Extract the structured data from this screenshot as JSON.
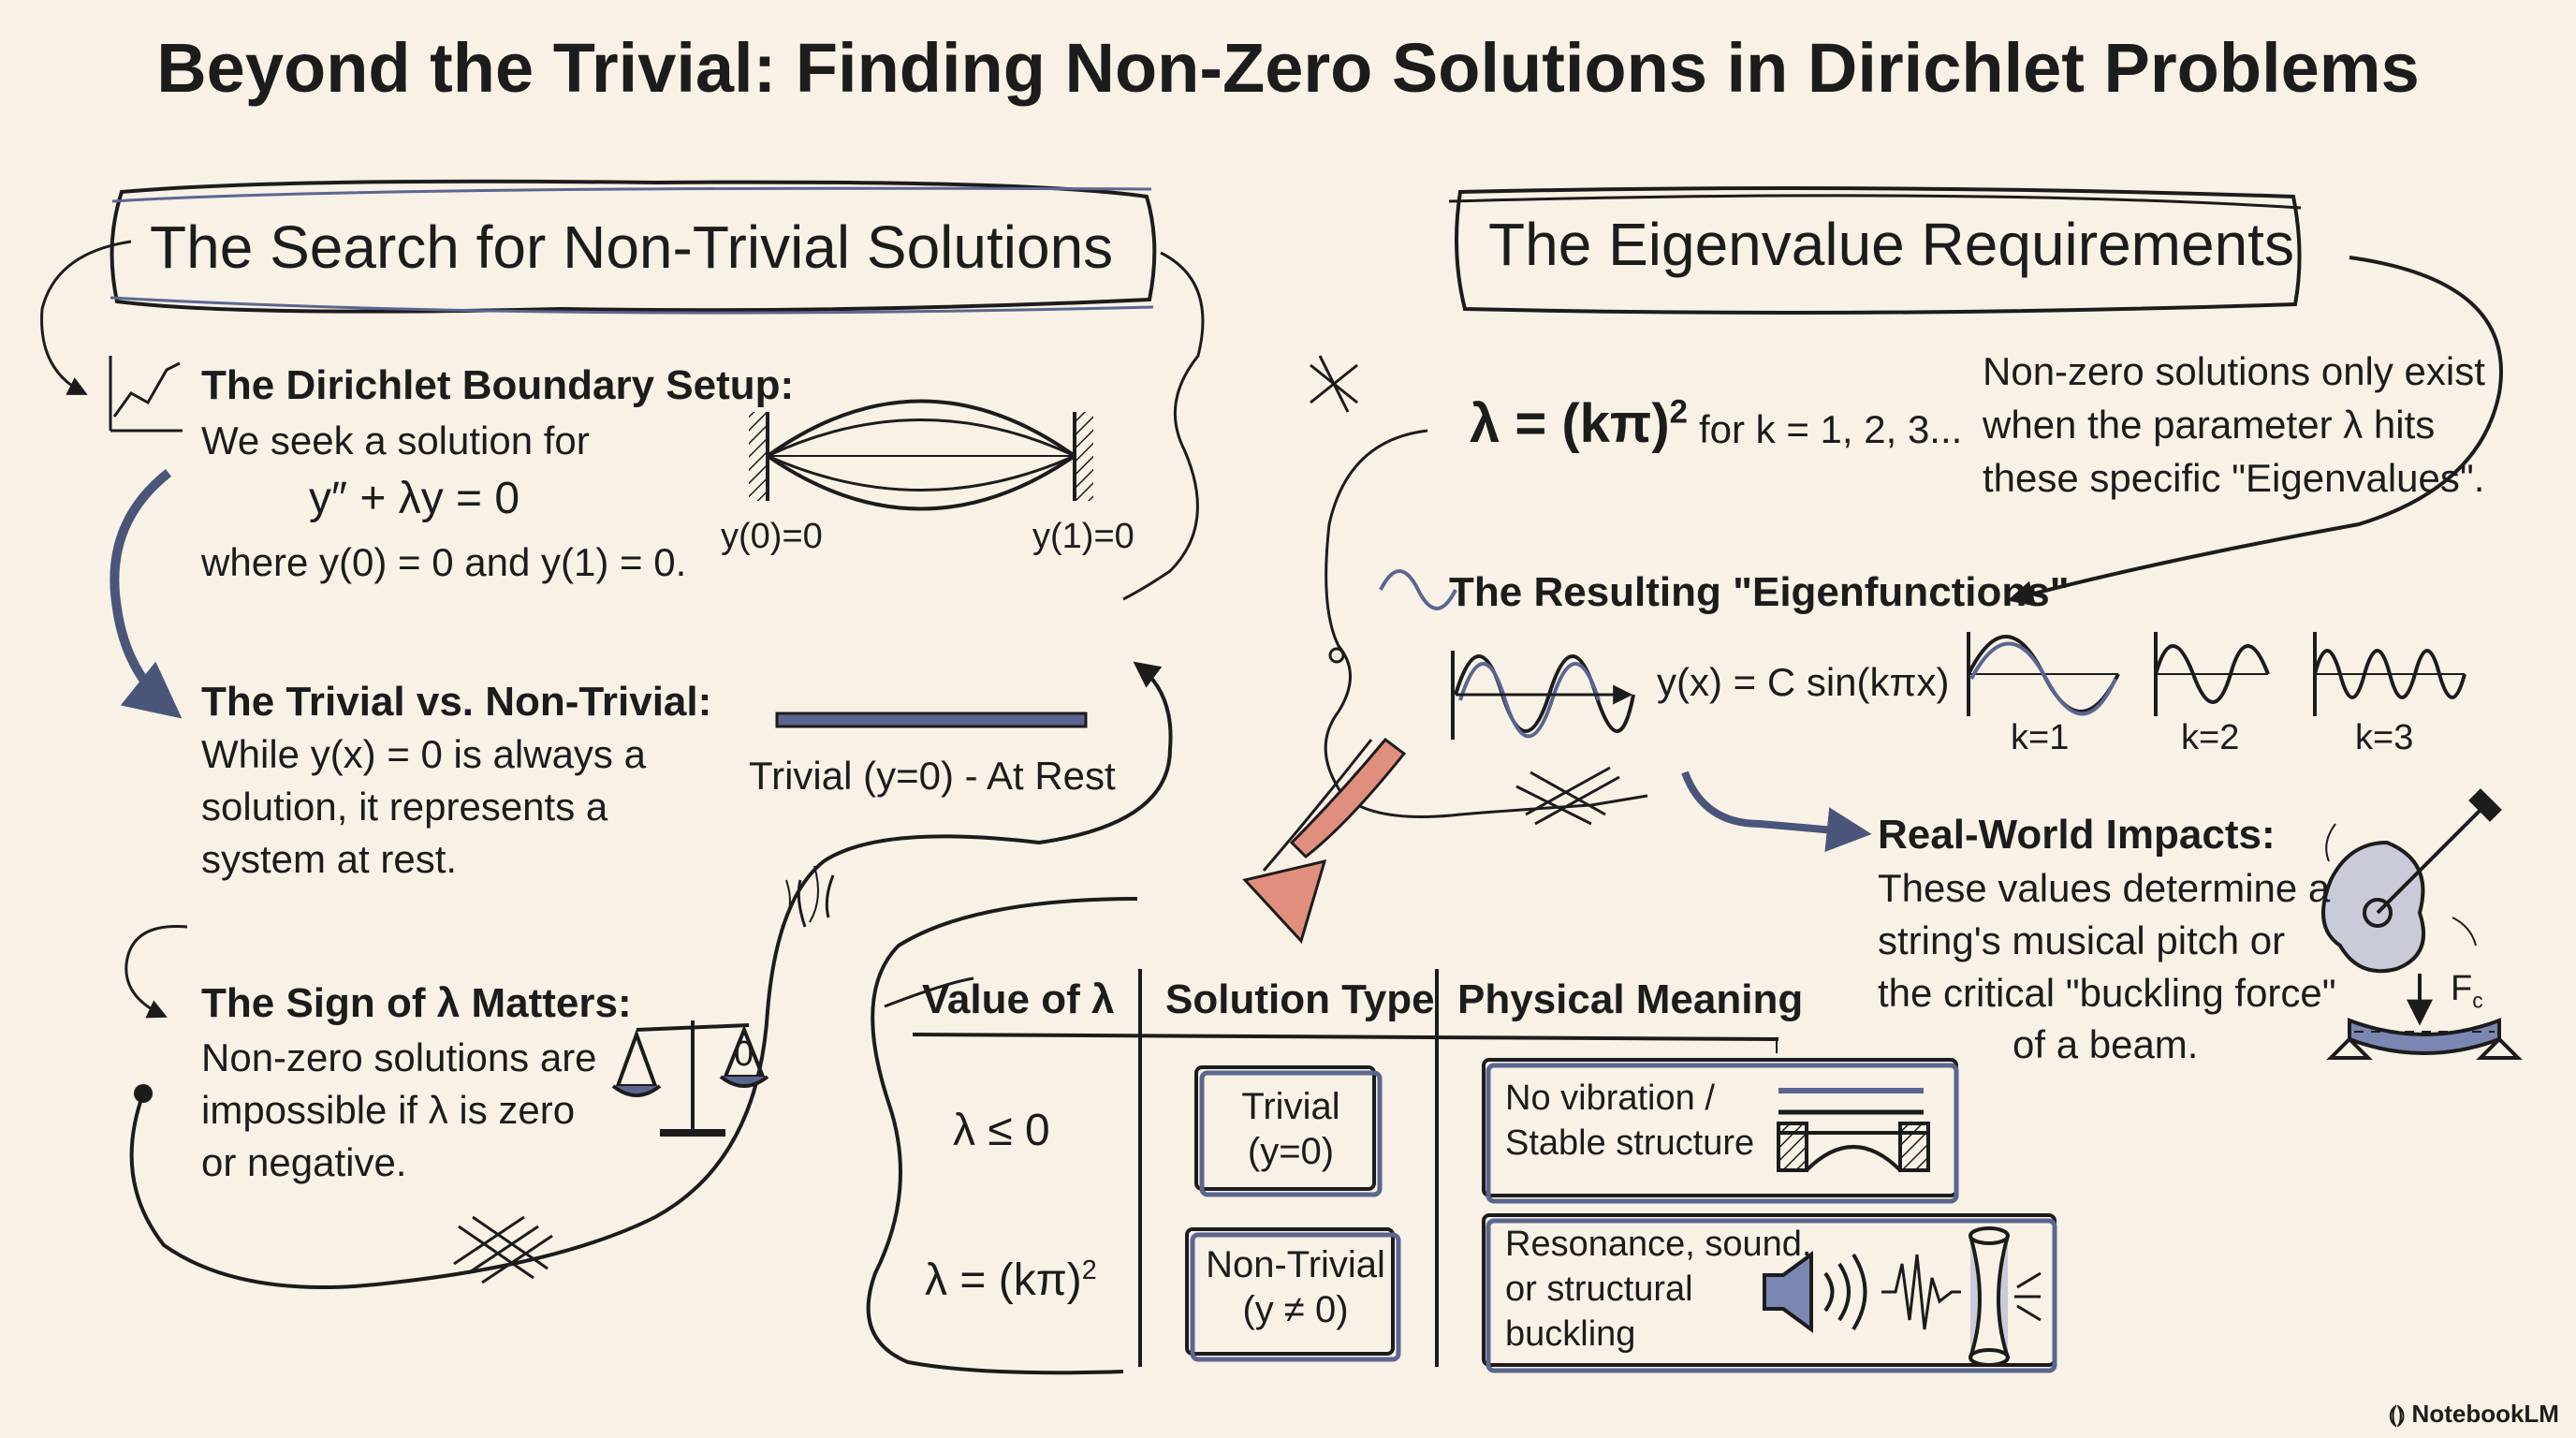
{
  "title": "Beyond the Trivial: Finding Non-Zero Solutions in Dirichlet Problems",
  "left_section": {
    "title": "The Search for Non-Trivial Solutions",
    "setup": {
      "heading": "The Dirichlet Boundary Setup:",
      "line1": "We seek a solution for",
      "equation": "y″ + λy = 0",
      "line2": "where y(0) = 0 and y(1) = 0.",
      "label_left": "y(0)=0",
      "label_right": "y(1)=0"
    },
    "trivial": {
      "heading": "The Trivial vs. Non-Trivial:",
      "line1": "While y(x) = 0 is always a",
      "line2": "solution, it represents a",
      "line3": "system at rest.",
      "caption": "Trivial (y=0) - At Rest"
    },
    "sign": {
      "heading": "The Sign of λ Matters:",
      "line1": "Non-zero solutions are",
      "line2": "impossible if λ is zero",
      "line3": "or negative.",
      "scale_label": "0"
    }
  },
  "right_section": {
    "title": "The Eigenvalue Requirements",
    "eigenvalue": {
      "lhs": "λ = (kπ)",
      "exp": "2",
      "range": "for k = 1, 2, 3...",
      "note1": "Non-zero solutions only exist",
      "note2": "when the parameter λ hits",
      "note3": "these specific \"Eigenvalues\"."
    },
    "eigenfunctions": {
      "heading": "The Resulting \"Eigenfunctions\"",
      "formula": "y(x) = C sin(kπx)",
      "modes": [
        "k=1",
        "k=2",
        "k=3"
      ]
    },
    "impacts": {
      "heading": "Real-World Impacts:",
      "line1": "These values determine a",
      "line2": "string's musical pitch or",
      "line3": "the critical \"buckling force\"",
      "line4": "of a beam.",
      "force_label": "F",
      "force_sub": "c"
    }
  },
  "table": {
    "headers": [
      "Value of λ",
      "Solution Type",
      "Physical Meaning"
    ],
    "rows": [
      {
        "value": "λ ≤ 0",
        "value_exp": "",
        "type_line1": "Trivial",
        "type_line2": "(y=0)",
        "meaning_line1": "No vibration /",
        "meaning_line2": "Stable structure",
        "meaning_line3": ""
      },
      {
        "value": "λ = (kπ)",
        "value_exp": "2",
        "type_line1": "Non-Trivial",
        "type_line2": "(y ≠ 0)",
        "meaning_line1": "Resonance, sound,",
        "meaning_line2": "or structural",
        "meaning_line3": "buckling"
      }
    ]
  },
  "branding": "NotebookLM",
  "colors": {
    "ink": "#1c1c1c",
    "accent": "#5b6690",
    "paper": "#f7f1e6",
    "arrow": "#e08f7e"
  }
}
